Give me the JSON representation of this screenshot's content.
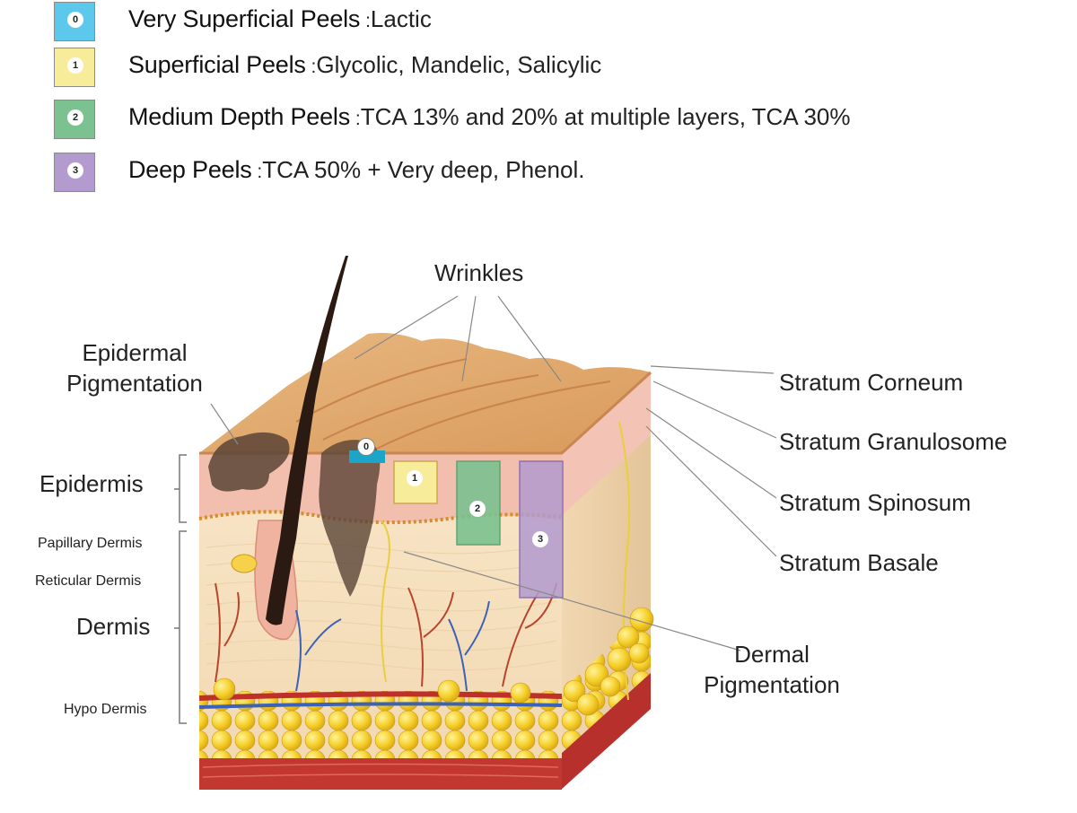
{
  "legend": [
    {
      "num": "0",
      "name": "Very Superficial Peels",
      "sep": " :",
      "desc": "Lactic",
      "color": "#5bc8ec"
    },
    {
      "num": "1",
      "name": "Superficial Peels",
      "sep": " :",
      "desc": "Glycolic, Mandelic, Salicylic",
      "color": "#f7ec9a"
    },
    {
      "num": "2",
      "name": "Medium Depth Peels",
      "sep": " :",
      "desc": "TCA 13% and 20% at multiple layers, TCA 30%",
      "color": "#7cc291"
    },
    {
      "num": "3",
      "name": "Deep Peels",
      "sep": " :",
      "desc": "TCA 50% + Very deep, Phenol.",
      "color": "#b39bd0"
    }
  ],
  "labels": {
    "wrinkles": "Wrinkles",
    "epidermal_pigmentation_1": "Epidermal",
    "epidermal_pigmentation_2": "Pigmentation",
    "epidermis": "Epidermis",
    "papillary_dermis": "Papillary Dermis",
    "reticular_dermis": "Reticular Dermis",
    "dermis": "Dermis",
    "hypo_dermis": "Hypo Dermis",
    "stratum_corneum": "Stratum Corneum",
    "stratum_granulosome": "Stratum Granulosome",
    "stratum_spinosum": "Stratum Spinosum",
    "stratum_basale": "Stratum Basale",
    "dermal_pigmentation_1": "Dermal",
    "dermal_pigmentation_2": "Pigmentation"
  },
  "markers": {
    "m0": "0",
    "m1": "1",
    "m2": "2",
    "m3": "3"
  }
}
